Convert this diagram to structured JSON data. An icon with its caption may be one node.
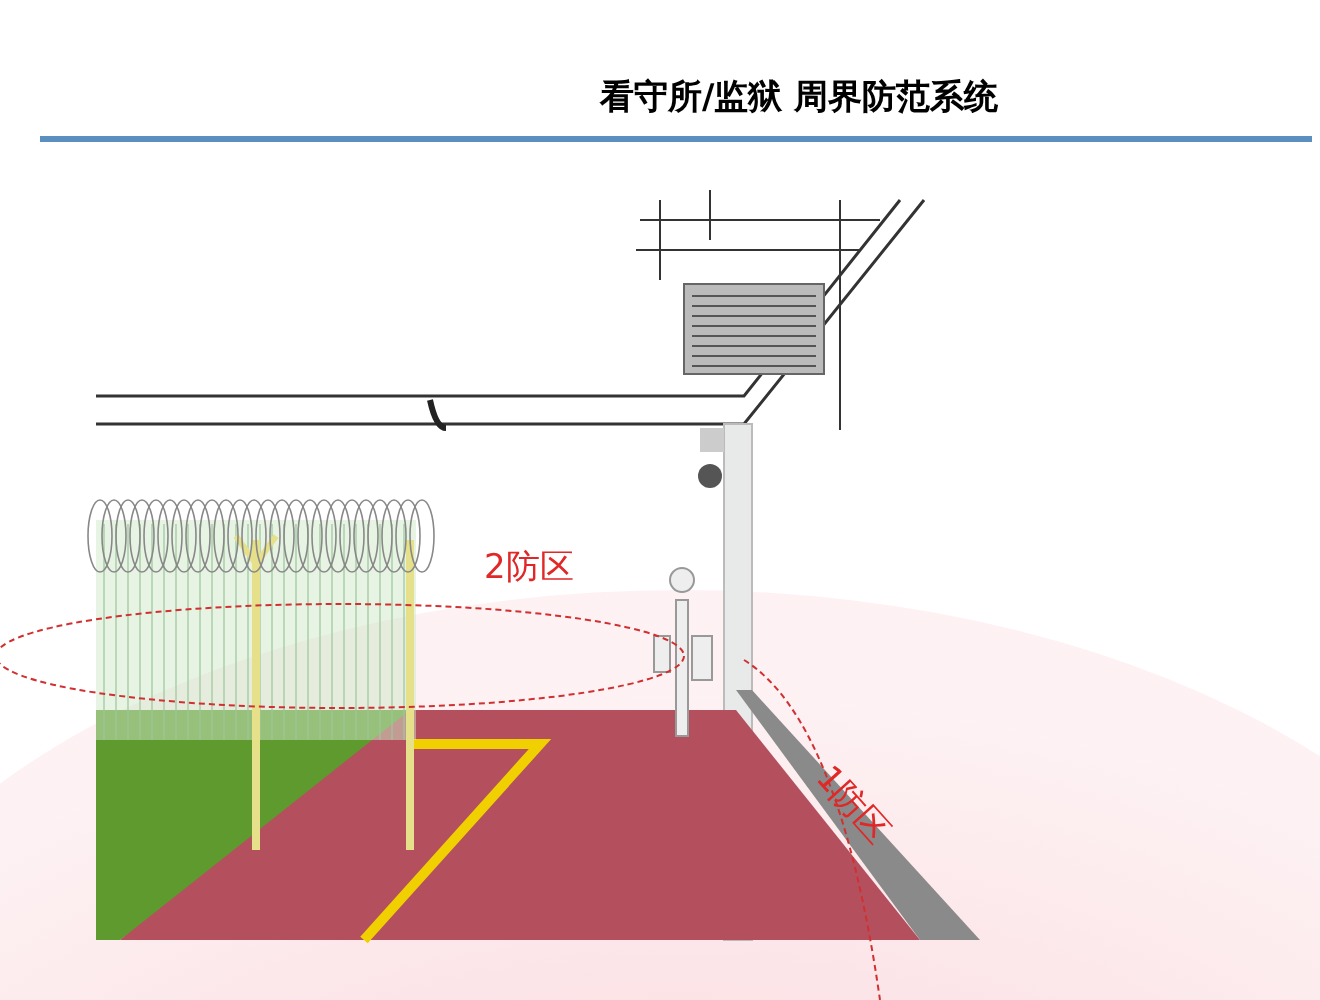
{
  "diagram": {
    "title": "看守所/监狱 周界防范系统",
    "labels": [
      "2防区",
      "1防区"
    ]
  }
}
